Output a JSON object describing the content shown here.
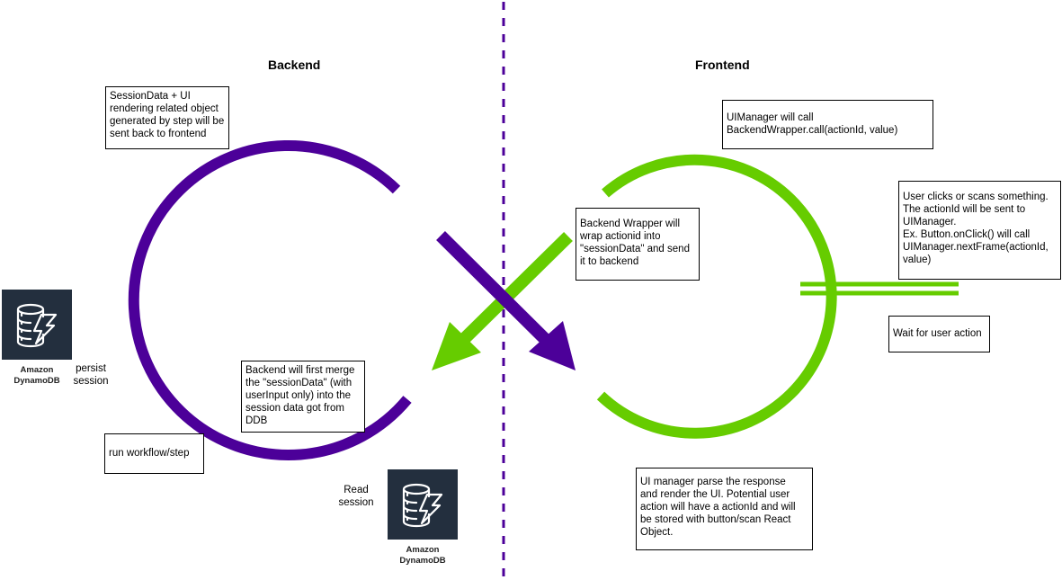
{
  "sections": {
    "backend": "Backend",
    "frontend": "Frontend"
  },
  "notes": {
    "session_sent_back": "SessionData + UI\nrendering related object\ngenerated by step will be\nsent back to frontend",
    "backend_merge": "Backend will first merge\nthe \"sessionData\" (with\nuserInput only) into the\nsession data got from\nDDB",
    "run_workflow": "run workflow/step",
    "ui_manager_call": "UIManager will call\nBackendWrapper.call(actionId, value)",
    "wrapper_wrap": "Backend Wrapper will\nwrap actionid  into\n\"sessionData\" and send\nit to backend",
    "user_clicks": "User clicks or scans something.\nThe actionId will be sent to\nUIManager.\nEx. Button.onClick() will call\nUIManager.nextFrame(actionId,\nvalue)",
    "wait_user": "Wait for user action",
    "ui_parse": "UI manager parse the response\nand render the UI. Potential user\naction will have a actionId and will\nbe stored with button/scan React\nObject."
  },
  "labels": {
    "persist_session": "persist\nsession",
    "read_session": "Read\nsession"
  },
  "dynamodb": [
    {
      "caption": "Amazon\nDynamoDB",
      "icon": "dynamodb-icon"
    },
    {
      "caption": "Amazon\nDynamoDB",
      "icon": "dynamodb-icon"
    }
  ],
  "colors": {
    "backend": "#4c0099",
    "frontend": "#66cc00",
    "divider": "#4c0099",
    "ddb_tile": "#232f3e"
  }
}
